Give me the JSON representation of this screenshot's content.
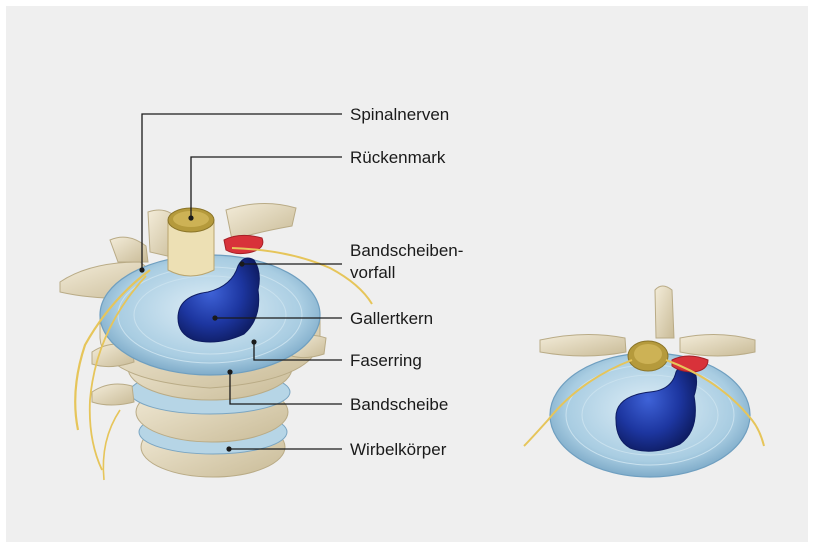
{
  "labels": {
    "spinal_nerves": "Spinalnerven",
    "spinal_cord": "Rückenmark",
    "herniation_line1": "Bandscheiben-",
    "herniation_line2": "vorfall",
    "nucleus": "Gallertkern",
    "annulus": "Faserring",
    "disc": "Bandscheibe",
    "vertebral_body": "Wirbelkörper"
  },
  "colors": {
    "background": "#efefef",
    "disc_blue": "#aed0e3",
    "nucleus_blue": "#1f3a9e",
    "herniation_red": "#d8323a",
    "bone": "#e6dcc4",
    "nerve_yellow": "#e6c55a"
  }
}
